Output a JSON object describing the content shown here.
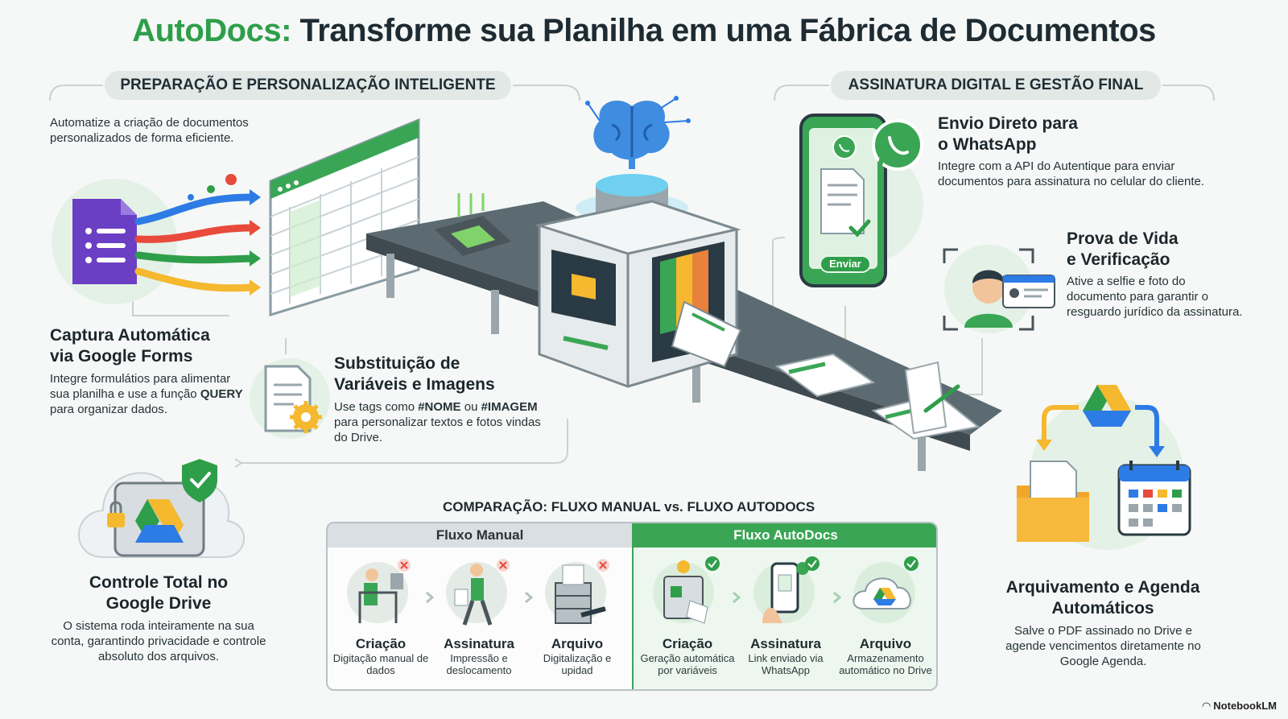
{
  "title": {
    "brand": "AutoDocs:",
    "rest": " Transforme sua Planilha em uma Fábrica de Documentos"
  },
  "sections": {
    "left_pill": "PREPARAÇÃO E PERSONALIZAÇÃO INTELIGENTE",
    "right_pill": "ASSINATURA DIGITAL E GESTÃO FINAL"
  },
  "intro": "Automatize a criação de documentos personalizados de forma eficiente.",
  "forms": {
    "title_l1": "Captura Automática",
    "title_l2": "via Google Forms",
    "desc_a": "Integre formulátios para alimentar sua planilha e use a função ",
    "desc_bold": "QUERY",
    "desc_b": " para organizar dados."
  },
  "variables": {
    "title_l1": "Substituição de",
    "title_l2": "Variáveis e Imagens",
    "desc_a": "Use tags como ",
    "tag1": "#NOME",
    "desc_mid": " ou ",
    "tag2": "#IMAGEM",
    "desc_b": " para personalizar textos e fotos vindas do Drive."
  },
  "drive": {
    "title_l1": "Controle Total no",
    "title_l2": "Google Drive",
    "desc": "O sistema roda inteiramente na sua conta, garantindo privacidade e controle absoluto dos arquivos."
  },
  "whatsapp": {
    "title_l1": "Envio Direto para",
    "title_l2": "o WhatsApp",
    "desc": "Integre com a API do Autentique para enviar documentos para assinatura no celular do cliente.",
    "button": "Enviar"
  },
  "proof": {
    "title_l1": "Prova de Vida",
    "title_l2": "e Verificação",
    "desc": "Ative a selfie e foto do documento para garantir o resguardo jurídico da assinatura."
  },
  "archive": {
    "title_l1": "Arquivamento e Agenda",
    "title_l2": "Automáticos",
    "desc": "Salve o PDF assinado no Drive e agende vencimentos diretamente no Google Agenda."
  },
  "comparison": {
    "title": "COMPARAÇÃO: FLUXO MANUAL vs. FLUXO AUTODOCS",
    "manual_label": "Fluxo Manual",
    "auto_label": "Fluxo AutoDocs",
    "manual_steps": [
      {
        "name": "Criação",
        "desc": "Digitação manual de dados"
      },
      {
        "name": "Assinatura",
        "desc": "Impressão e deslocamento"
      },
      {
        "name": "Arquivo",
        "desc": "Digitalização e upidad"
      }
    ],
    "auto_steps": [
      {
        "name": "Criação",
        "desc": "Geração automática por variáveis"
      },
      {
        "name": "Assinatura",
        "desc": "Link enviado via WhatsApp"
      },
      {
        "name": "Arquivo",
        "desc": "Armazenamento automático no Drive"
      }
    ]
  },
  "footer": "NotebookLM",
  "colors": {
    "green": "#2f9e4a",
    "blue": "#2d7be5",
    "yellow": "#f5b82e",
    "red": "#e84a3c",
    "purple": "#6b3fc4",
    "grey_bg": "#e2e8e5"
  }
}
